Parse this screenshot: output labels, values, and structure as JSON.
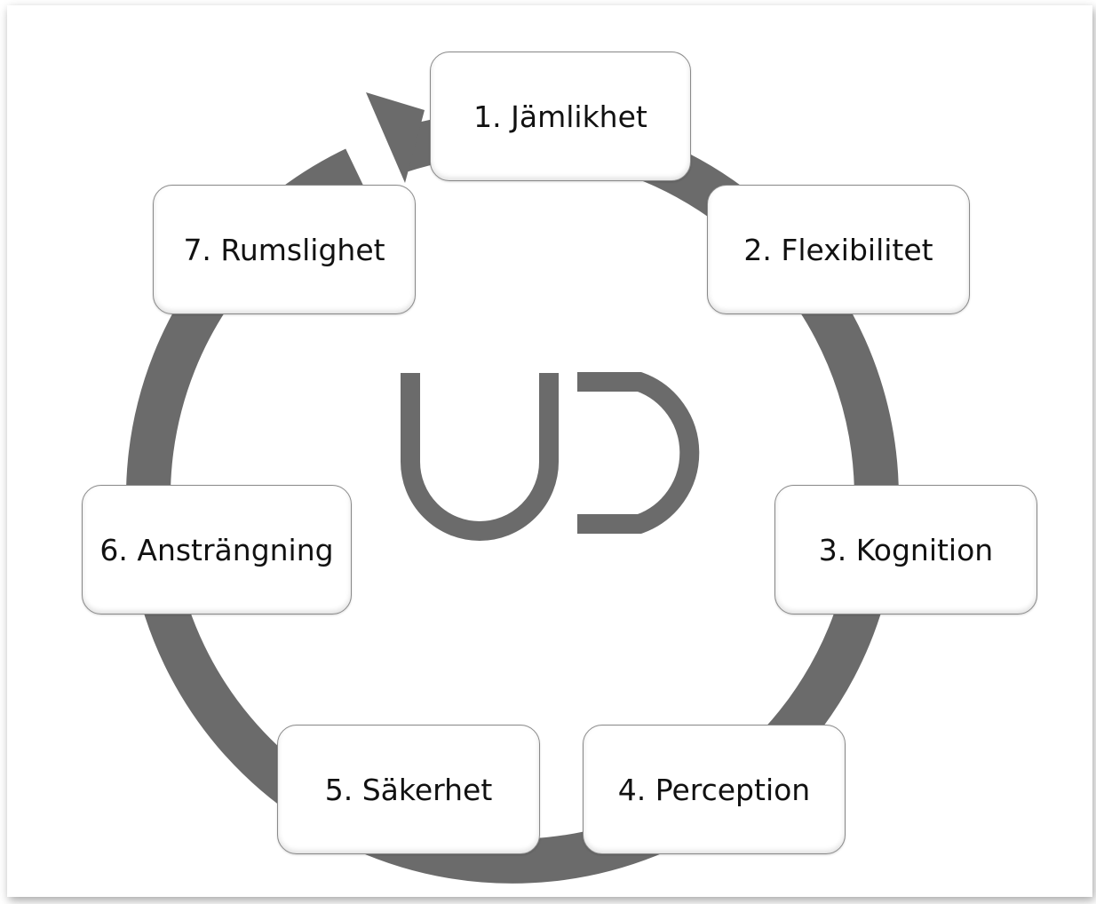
{
  "colors": {
    "ring": "#6b6b6b",
    "logo": "#6b6b6b",
    "box_fill": "#ffffff",
    "box_border": "#8a8a8a",
    "text": "#111111"
  },
  "logo": {
    "letters": "UD"
  },
  "steps": [
    {
      "label": "1. Jämlikhet"
    },
    {
      "label": "2. Flexibilitet"
    },
    {
      "label": "3. Kognition"
    },
    {
      "label": "4. Perception"
    },
    {
      "label": "5. Säkerhet"
    },
    {
      "label": "6. Ansträngning"
    },
    {
      "label": "7. Rumslighet"
    }
  ]
}
